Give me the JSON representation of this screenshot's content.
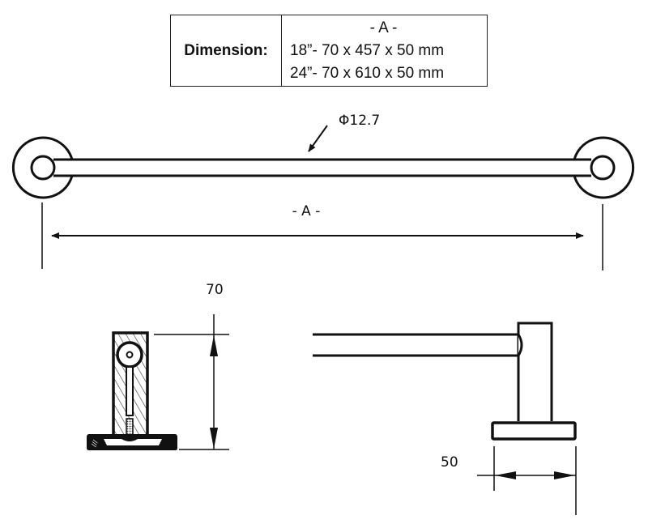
{
  "spec_table": {
    "label": "Dimension:",
    "header": "- A -",
    "rows": [
      "18”- 70 x 457 x 50 mm",
      "24”- 70 x 610 x 50 mm"
    ]
  },
  "front_view": {
    "diameter_label": "Φ12.7",
    "length_label": "- A -"
  },
  "side_view": {
    "height_label": "70"
  },
  "top_view": {
    "depth_label": "50"
  },
  "colors": {
    "line": "#111111",
    "background": "#ffffff"
  }
}
